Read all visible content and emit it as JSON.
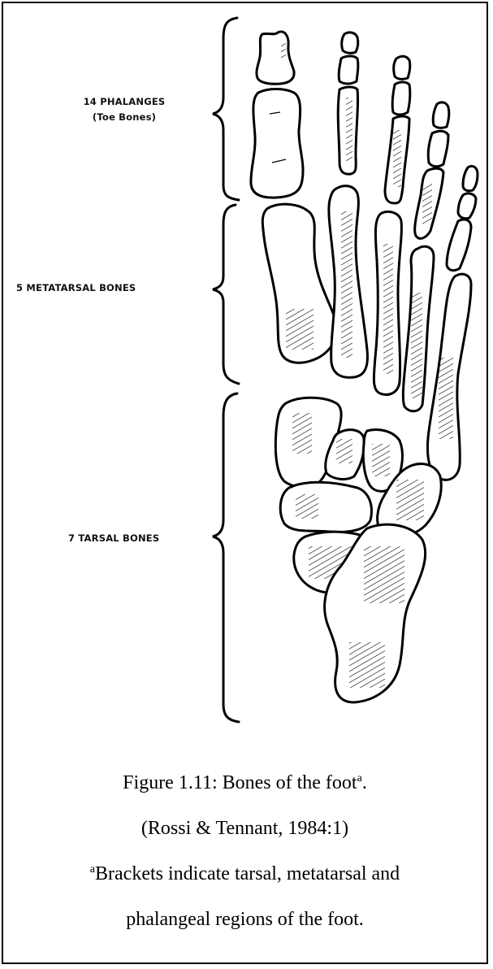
{
  "labels": {
    "phalanges_line1": "14 PHALANGES",
    "phalanges_line2": "(Toe Bones)",
    "metatarsal": "5 METATARSAL BONES",
    "tarsal": "7 TARSAL BONES"
  },
  "caption": {
    "line1_text": "Figure 1.11: Bones of the foot",
    "line1_sup": "a",
    "line1_end": ".",
    "line2": "(Rossi & Tennant, 1984:1)",
    "line3_sup": "a",
    "line3_text": "Brackets indicate tarsal, metatarsal and",
    "line4": "phalangeal regions of the foot."
  }
}
